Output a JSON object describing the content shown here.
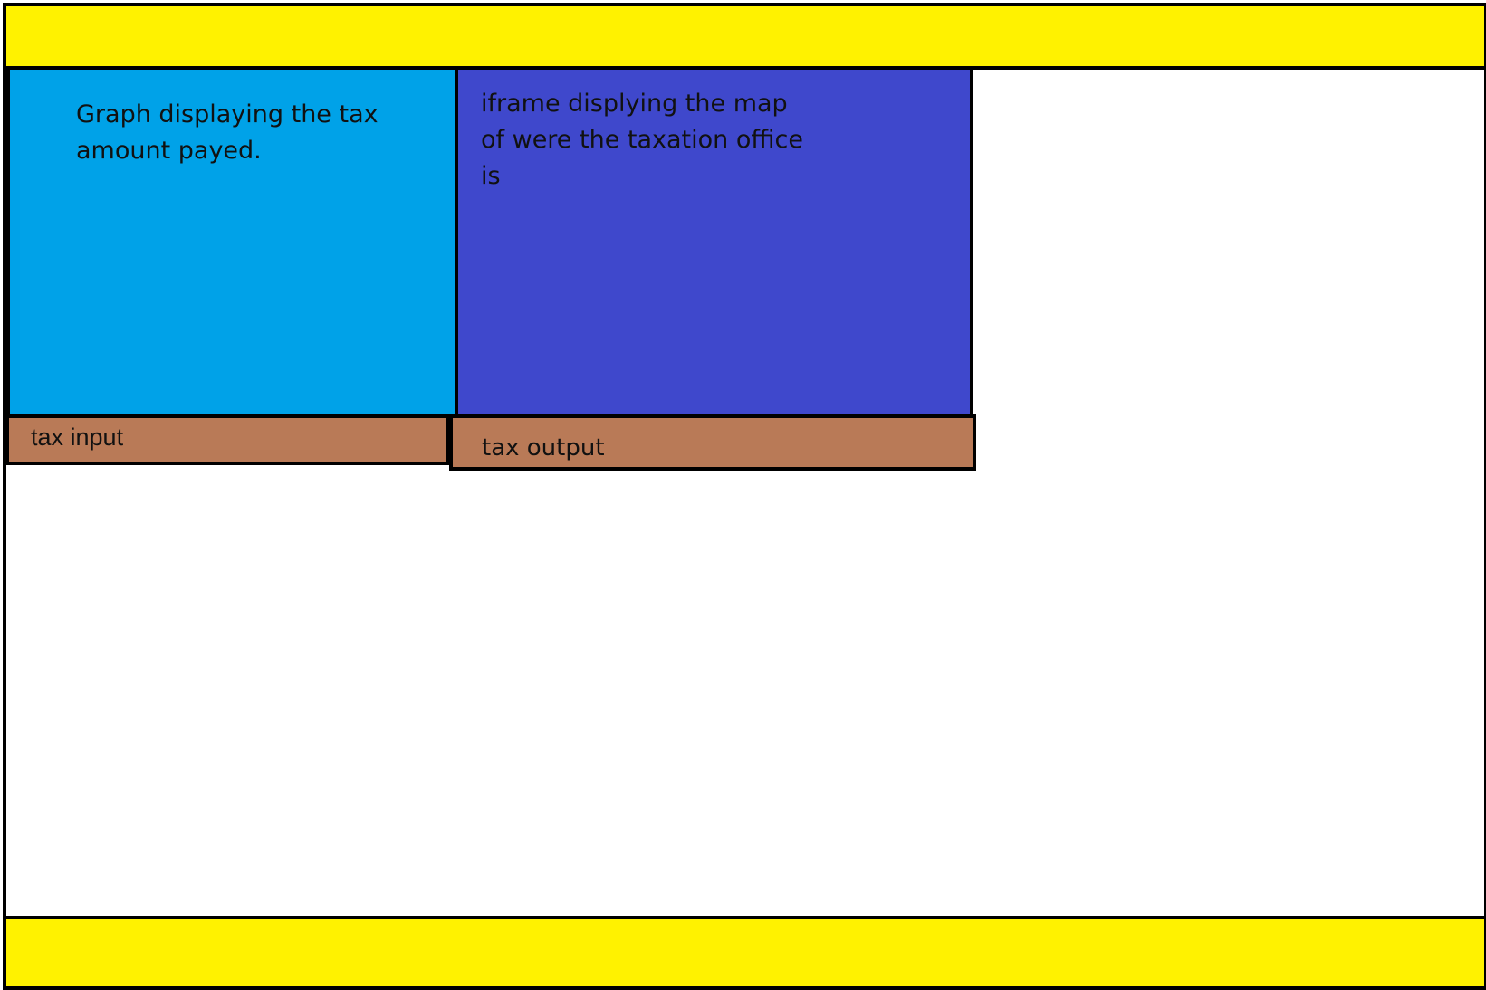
{
  "colors": {
    "header_footer": "#fff200",
    "graph_panel": "#00a2e8",
    "map_panel": "#3f48cc",
    "field_fill": "#b97a57",
    "border": "#000000",
    "background": "#ffffff"
  },
  "graph_panel": {
    "text": "Graph displaying the tax amount payed."
  },
  "map_panel": {
    "text": "iframe displying the map of were the taxation office is"
  },
  "tax_input": {
    "text": "tax input"
  },
  "tax_output": {
    "text": "tax output"
  }
}
